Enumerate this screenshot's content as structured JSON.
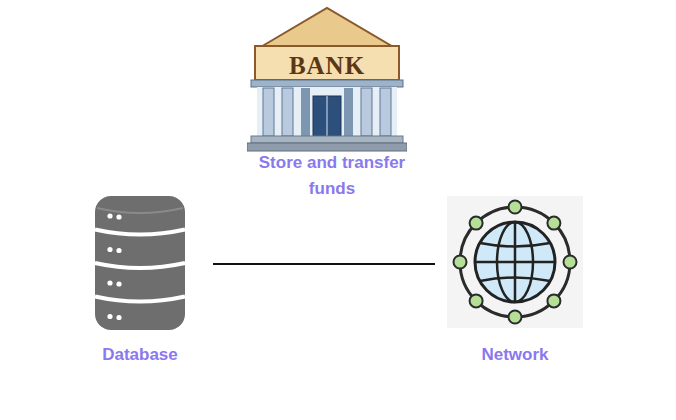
{
  "diagram": {
    "nodes": [
      {
        "text": [
          "BANK",
          "Store and transfer funds"
        ]
      },
      {
        "text": [
          "Database"
        ]
      },
      {
        "text": [
          "Network"
        ]
      }
    ],
    "edges": [
      {
        "from": 0,
        "to": 1,
        "arrow": "none"
      },
      {
        "from": 0,
        "to": 2,
        "arrow": "none"
      },
      {
        "from": 1,
        "to": 2,
        "arrow": "none"
      }
    ]
  }
}
